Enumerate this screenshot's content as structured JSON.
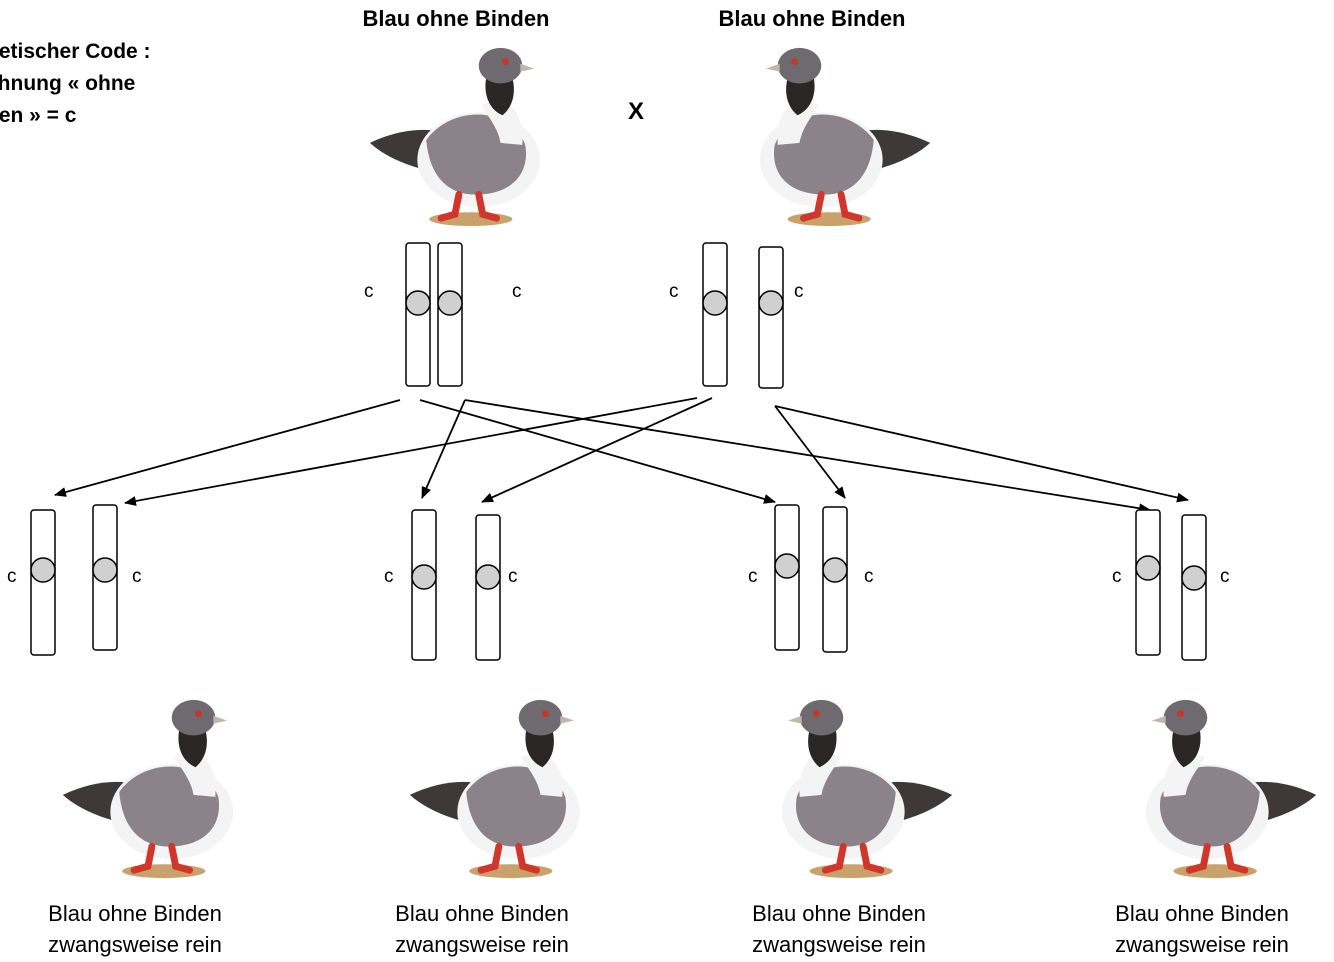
{
  "note": {
    "text": "netischer Code :\nchnung « ohne\nden » = c"
  },
  "parents": [
    {
      "label": "Blau ohne Binden",
      "alleles": [
        "c",
        "c"
      ]
    },
    {
      "label": "Blau ohne Binden",
      "alleles": [
        "c",
        "c"
      ]
    }
  ],
  "cross_symbol": "X",
  "offspring": [
    {
      "alleles": [
        "c",
        "c"
      ],
      "caption_line1": "Blau ohne Binden",
      "caption_line2": "zwangsweise rein"
    },
    {
      "alleles": [
        "c",
        "c"
      ],
      "caption_line1": "Blau ohne Binden",
      "caption_line2": "zwangsweise rein"
    },
    {
      "alleles": [
        "c",
        "c"
      ],
      "caption_line1": "Blau ohne Binden",
      "caption_line2": "zwangsweise rein"
    },
    {
      "alleles": [
        "c",
        "c"
      ],
      "caption_line1": "Blau ohne Binden",
      "caption_line2": "zwangsweise rein"
    }
  ],
  "colors": {
    "body_grey": "#8c8289",
    "wing_dark": "#3e3838",
    "head": "#6f6a6f",
    "white_breast": "#f4f4f4",
    "feet": "#d0372a",
    "nest": "#c9a16b",
    "locus": "#d0d0d0"
  }
}
